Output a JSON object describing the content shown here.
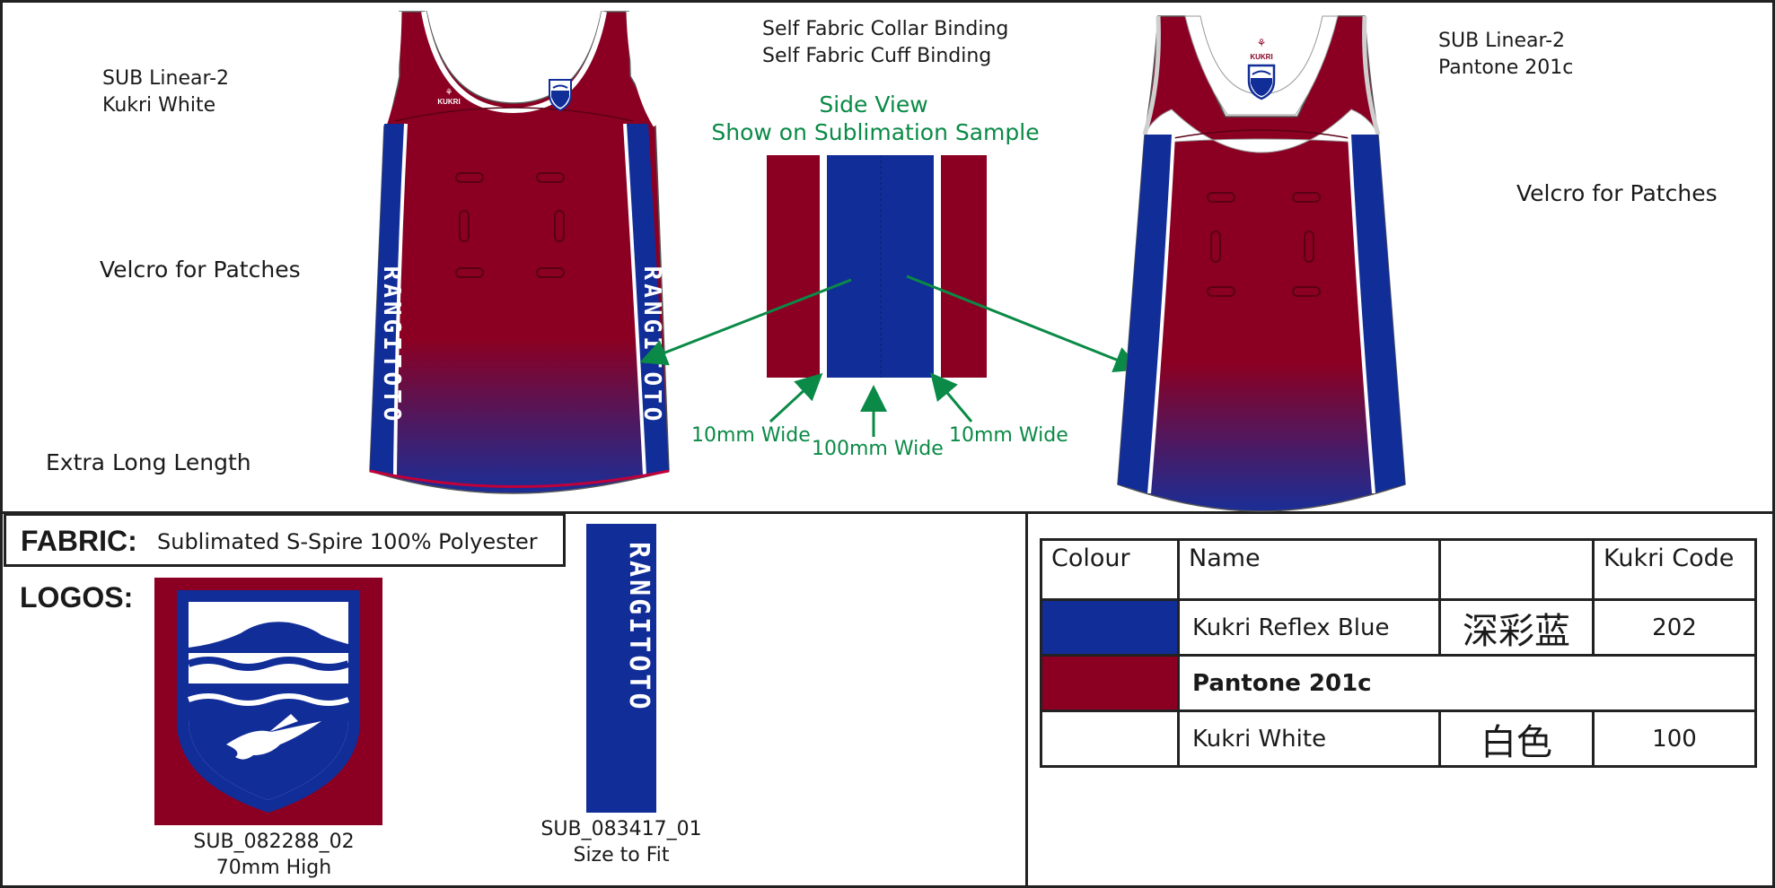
{
  "colors": {
    "red": "#8b0022",
    "blue": "#112d98",
    "white": "#ffffff",
    "green": "#0a8a46",
    "border": "#222222"
  },
  "front": {
    "fabric_line1": "SUB Linear-2",
    "fabric_line2": "Kukri White",
    "velcro": "Velcro for Patches",
    "length": "Extra Long Length",
    "side_text": "RANGITOTO",
    "brand": "KUKRI"
  },
  "binding": {
    "line1": "Self Fabric Collar Binding",
    "line2": "Self Fabric Cuff Binding"
  },
  "side_view": {
    "title1": "Side View",
    "title2": "Show on Sublimation Sample",
    "left_width": "10mm Wide",
    "center_width": "100mm Wide",
    "right_width": "10mm Wide"
  },
  "back": {
    "fabric_line1": "SUB Linear-2",
    "fabric_line2": "Pantone 201c",
    "velcro": "Velcro for Patches",
    "brand": "KUKRI"
  },
  "fabric": {
    "label": "FABRIC:",
    "value": "Sublimated S-Spire 100% Polyester"
  },
  "logos": {
    "label": "LOGOS:",
    "crest_code": "SUB_082288_02",
    "crest_size": "70mm High",
    "text_logo": "RANGITOTO",
    "text_code": "SUB_083417_01",
    "text_size": "Size to Fit"
  },
  "colour_table": {
    "headers": [
      "Colour",
      "Name",
      "",
      "Kukri Code"
    ],
    "rows": [
      {
        "swatch": "#112d98",
        "name": "Kukri Reflex Blue",
        "chinese": "深彩蓝",
        "code": "202"
      },
      {
        "swatch": "#8b0022",
        "name": "Pantone 201c",
        "chinese": "",
        "code": ""
      },
      {
        "swatch": "#ffffff",
        "name": "Kukri White",
        "chinese": "白色",
        "code": "100"
      }
    ]
  }
}
